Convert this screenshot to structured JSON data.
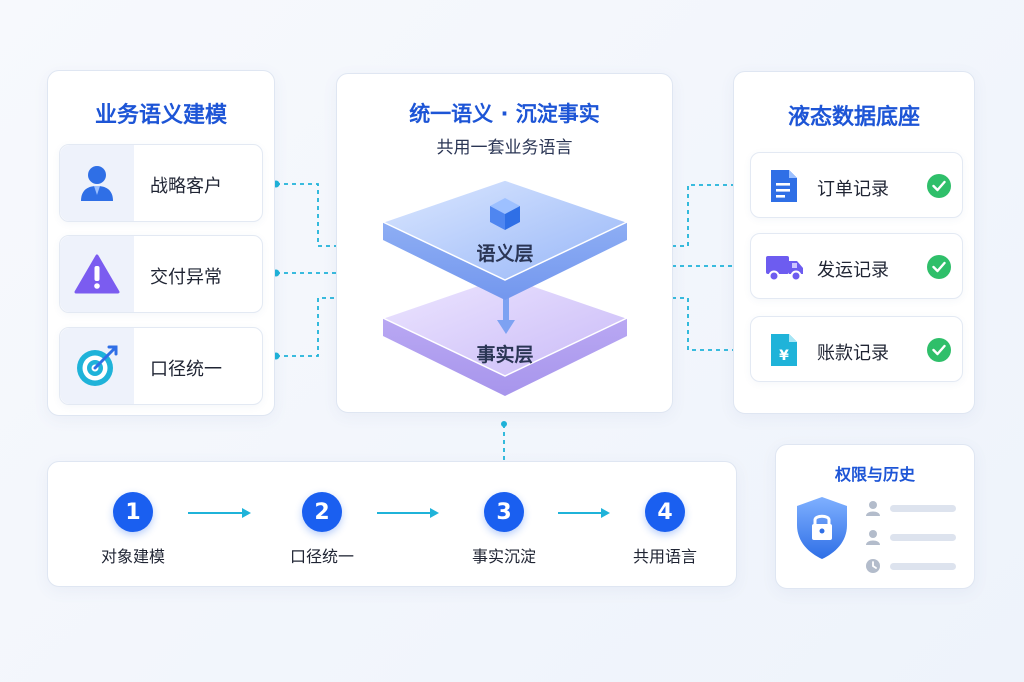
{
  "left_card": {
    "title": "业务语义建模",
    "items": [
      {
        "label": "战略客户",
        "icon": "person-icon"
      },
      {
        "label": "交付异常",
        "icon": "warning-icon"
      },
      {
        "label": "口径统一",
        "icon": "target-icon"
      }
    ]
  },
  "center_card": {
    "title": "统一语义 · 沉淀事实",
    "subtitle": "共用一套业务语言",
    "layers": [
      {
        "label": "语义层",
        "icon": "cube-icon"
      },
      {
        "label": "事实层"
      }
    ]
  },
  "right_card": {
    "title": "液态数据底座",
    "items": [
      {
        "label": "订单记录",
        "icon": "document-icon",
        "status": "check-icon"
      },
      {
        "label": "发运记录",
        "icon": "truck-icon",
        "status": "check-icon"
      },
      {
        "label": "账款记录",
        "icon": "invoice-icon",
        "status": "check-icon"
      }
    ]
  },
  "process": {
    "steps": [
      {
        "number": "1",
        "label": "对象建模"
      },
      {
        "number": "2",
        "label": "口径统一"
      },
      {
        "number": "3",
        "label": "事实沉淀"
      },
      {
        "number": "4",
        "label": "共用语言"
      }
    ]
  },
  "permissions_card": {
    "title": "权限与历史",
    "icons": [
      "shield-lock-icon",
      "user-icon",
      "user-icon",
      "clock-icon"
    ]
  },
  "colors": {
    "title_blue": "#1d55d6",
    "step_blue": "#1a5ff0",
    "connector_cyan": "#1fb3d9",
    "check_green": "#2fbf6a",
    "layer_blue": "#8fb2f7",
    "layer_purple": "#c4b8f7"
  }
}
